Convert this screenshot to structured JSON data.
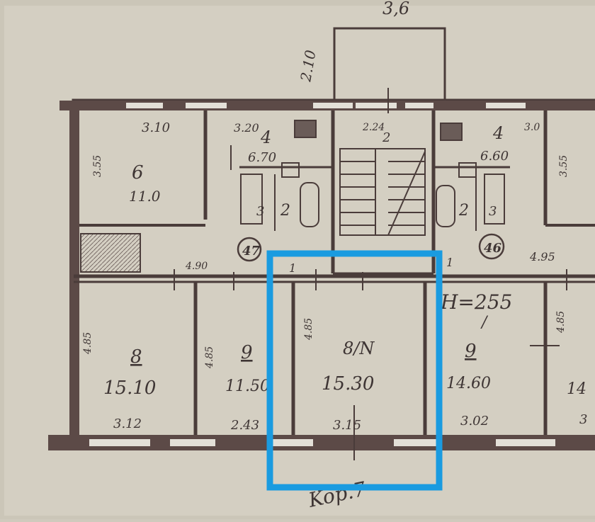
{
  "colors": {
    "paper": "#d4cfc2",
    "paper_dark": "#b9b3a5",
    "wall": "#4a3c3a",
    "ink": "#3e3534",
    "window": "#e3e0d8",
    "highlight": "#1a9be0"
  },
  "labels": {
    "top_partial": "3,6",
    "stair_dim": "2.10",
    "room6_top": "3.10",
    "room6_side": "3.55",
    "room6_num": "6",
    "room6_area": "11.0",
    "kitchen_left_top": "3.20",
    "kitchen_left_num": "4",
    "kitchen_left_area": "6.70",
    "bath_left_num": "2",
    "wc_left_num": "3",
    "apt_left": "47",
    "hall_left_dim": "4.90",
    "hall_left_num": "1",
    "stair_top": "2.24",
    "stair_num": "2",
    "kitchen_right_top": "3.0",
    "kitchen_right_num": "4",
    "kitchen_right_area": "6.60",
    "bath_right_num": "2",
    "wc_right_num": "3",
    "apt_right": "46",
    "hall_right_dim": "4.95",
    "hall_right_num": "1",
    "right_side_dim": "3.55",
    "height_note": "H=255",
    "height_sub": "/",
    "room8_side": "4.85",
    "room8_num": "8",
    "room8_area": "15.10",
    "room8_bottom": "3.12",
    "room9a_side": "4.85",
    "room9a_num": "9",
    "room9a_area": "11.50",
    "room9a_bottom": "2.43",
    "room_mid_side": "4.85",
    "room_mid_num": "8/N",
    "room_mid_area": "15.30",
    "room_mid_bottom": "3.15",
    "room9b_num": "9",
    "room9b_area": "14.60",
    "room9b_bottom": "3.02",
    "room9b_side": "4.85",
    "edge_area": "14",
    "edge_bottom": "3",
    "bottom_note": "Kop.7"
  }
}
